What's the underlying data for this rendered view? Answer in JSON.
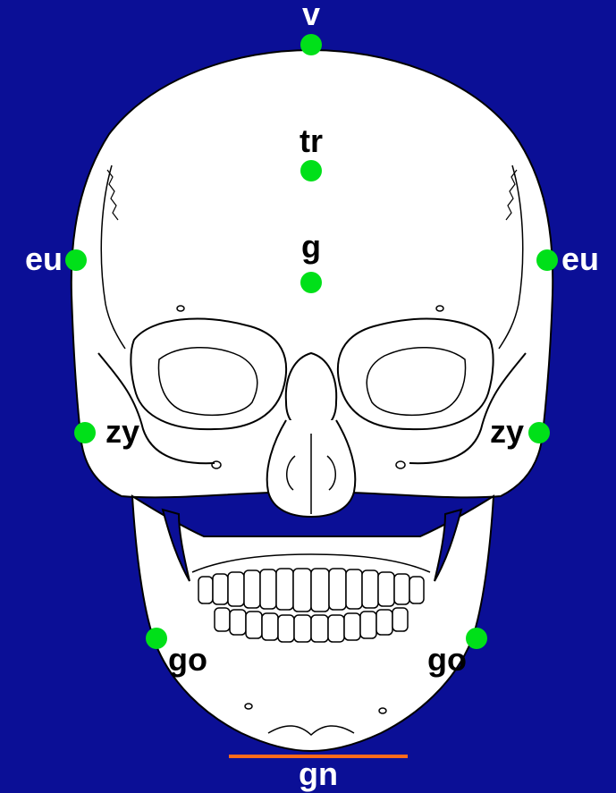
{
  "title": "",
  "colors": {
    "background": "#0b0f96",
    "skull_fill": "#ffffff",
    "skull_outline": "#000000",
    "landmark_dot": "#00e019",
    "label_on_background": "#ffffff",
    "label_on_skull": "#000000",
    "baseline": "#ff6a1a"
  },
  "landmarks": {
    "v": {
      "label": "v"
    },
    "tr": {
      "label": "tr"
    },
    "g": {
      "label": "g"
    },
    "eu_l": {
      "label": "eu"
    },
    "eu_r": {
      "label": "eu"
    },
    "zy_l": {
      "label": "zy"
    },
    "zy_r": {
      "label": "zy"
    },
    "go_l": {
      "label": "go"
    },
    "go_r": {
      "label": "go"
    },
    "gn": {
      "label": "gn"
    }
  }
}
